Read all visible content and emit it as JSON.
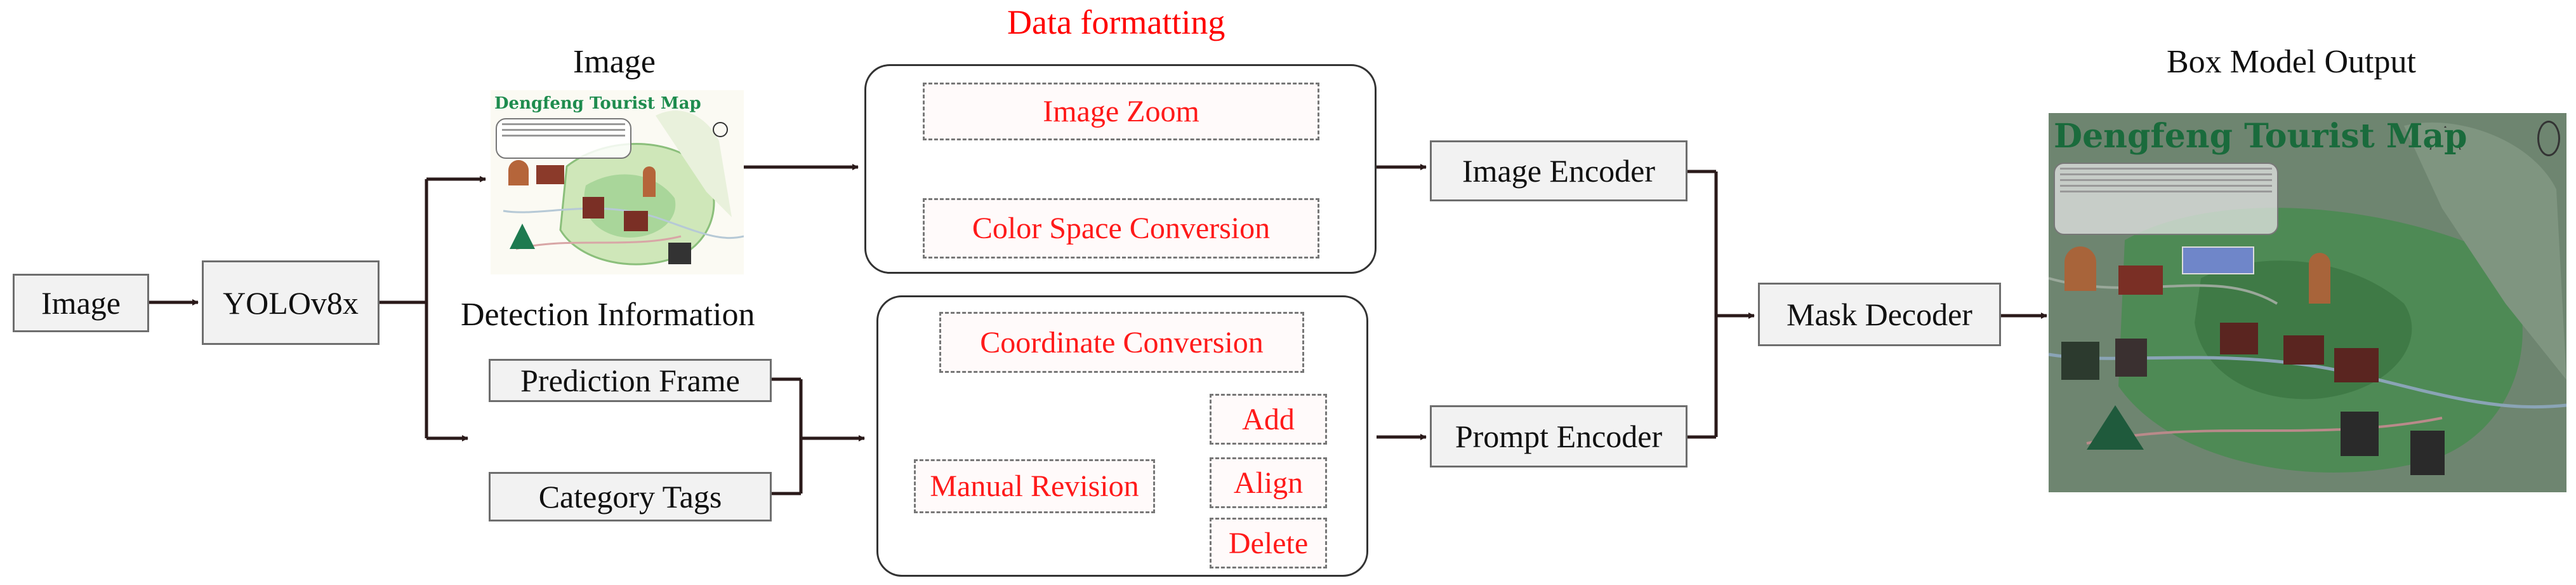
{
  "labels": {
    "data_formatting": "Data formatting",
    "image_caption": "Image",
    "detection_information": "Detection Information",
    "box_model_output": "Box Model Output"
  },
  "nodes": {
    "image": "Image",
    "yolo": "YOLOv8x",
    "prediction_frame": "Prediction Frame",
    "category_tags": "Category Tags",
    "image_encoder": "Image Encoder",
    "prompt_encoder": "Prompt Encoder",
    "mask_decoder": "Mask Decoder"
  },
  "formatting_ops": {
    "image_zoom": "Image Zoom",
    "color_space_conversion": "Color Space Conversion",
    "coordinate_conversion": "Coordinate Conversion",
    "manual_revision": "Manual Revision",
    "add": "Add",
    "align": "Align",
    "delete": "Delete"
  },
  "map_title": "Dengfeng Tourist Map",
  "colors": {
    "accent_red": "#ff0000",
    "box_fill": "#f2f2f2",
    "box_border": "#6e6e6e",
    "map_green": "#1e8c4e"
  }
}
